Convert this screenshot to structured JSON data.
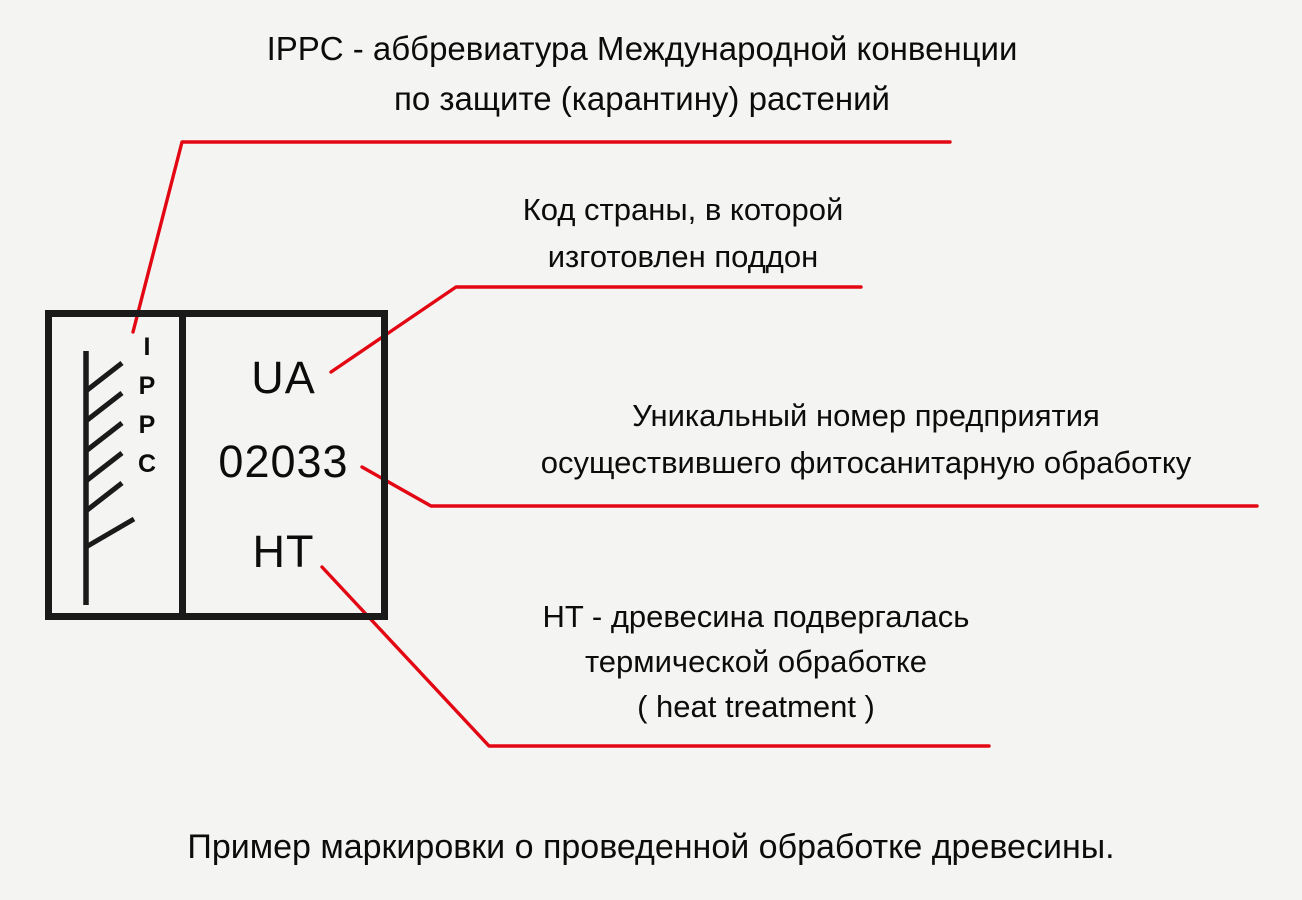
{
  "colors": {
    "background": "#f4f4f2",
    "connector_line": "#e30613",
    "text": "#0c0c0c",
    "stamp_border": "#1a1a1a"
  },
  "annotations": {
    "ippc": {
      "line1": "IPPC - аббревиатура Международной конвенции",
      "line2": "по защите (карантину) растений"
    },
    "country": {
      "line1": "Код страны, в которой",
      "line2": "изготовлен поддон"
    },
    "enterprise": {
      "line1": "Уникальный номер предприятия",
      "line2": "осуществившего фитосанитарную обработку"
    },
    "heat_treatment": {
      "line1": "HT - древесина подвергалась",
      "line2": "термической обработке",
      "line3": "( heat treatment )"
    }
  },
  "stamp": {
    "logo_letters": "IPPC",
    "country_code": "UA",
    "enterprise_number": "02033",
    "treatment_code": "HT"
  },
  "caption": "Пример маркировки о проведенной обработке древесины."
}
